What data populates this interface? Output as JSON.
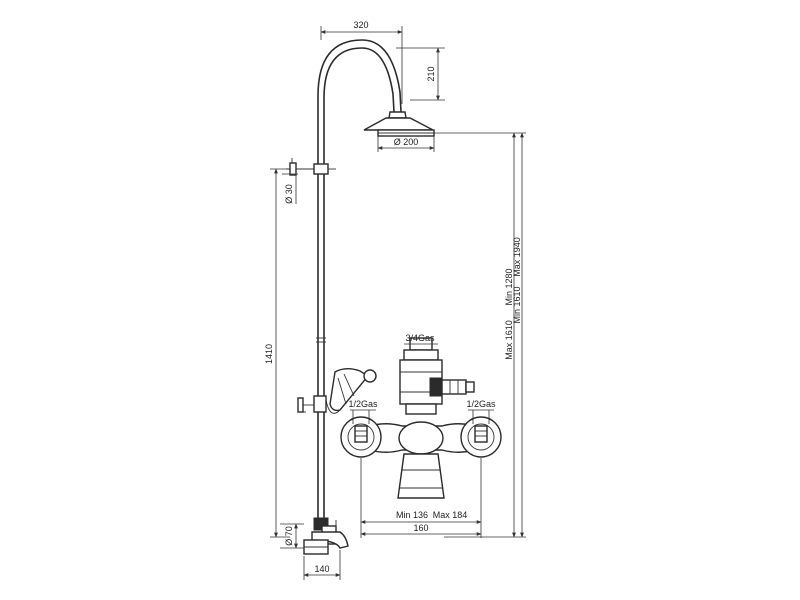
{
  "labels": {
    "head_width": "320",
    "head_drop": "210",
    "head_diameter": "Ø 200",
    "pipe_diameter": "Ø 30",
    "rail_height": "1410",
    "range_max_1610": "Max 1610",
    "range_min_1280": "Min 1280",
    "range_min_1610": "Min 1610",
    "range_max_1940": "Max 1940",
    "inlet_top": "3/4Gas",
    "inlet_left": "1/2Gas",
    "inlet_right": "1/2Gas",
    "centres_min": "Min 136",
    "centres_max": "Max 184",
    "centres_total": "160",
    "spout_diameter": "Ø 70",
    "spout_projection": "140"
  }
}
